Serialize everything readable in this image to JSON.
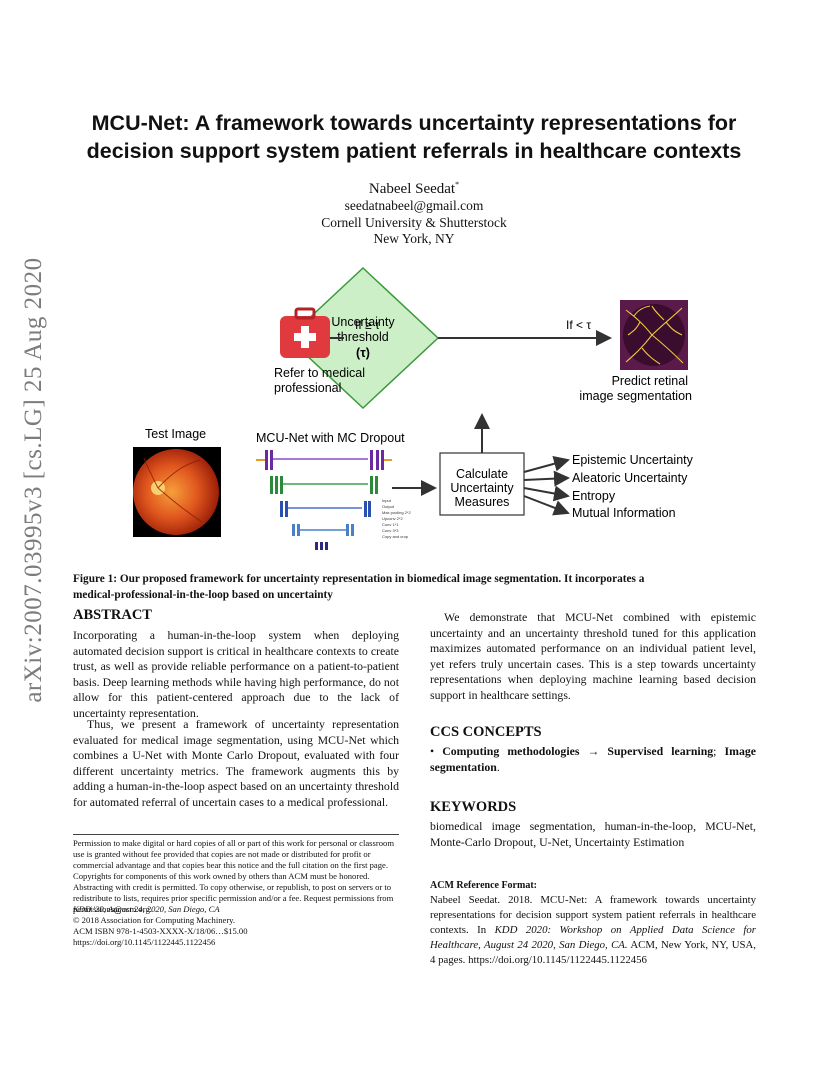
{
  "side_stamp": "arXiv:2007.03995v3  [cs.LG]  25 Aug 2020",
  "title": {
    "line1": "MCU-Net: A framework towards uncertainty representations for",
    "line2": "decision support system patient referrals in healthcare contexts"
  },
  "author": {
    "name": "Nabeel Seedat",
    "footnote_mark": "*",
    "email": "seedatnabeel@gmail.com",
    "affiliation": "Cornell University & Shutterstock",
    "location": "New York, NY"
  },
  "figure": {
    "threshold_line1": "Uncertainty",
    "threshold_line2": "threshold",
    "threshold_symbol": "(τ)",
    "if_left": "If ≥ τ",
    "if_right": "If  < τ",
    "refer_line1": "Refer to medical",
    "refer_line2": "professional",
    "predict_line1": "Predict retinal",
    "predict_line2": "image segmentation",
    "test_image": "Test Image",
    "mcunet_label": "MCU-Net with MC Dropout",
    "calc_line1": "Calculate",
    "calc_line2": "Uncertainty",
    "calc_line3": "Measures",
    "outputs": [
      "Epistemic Uncertainty",
      "Aleatoric Uncertainty",
      "Entropy",
      "Mutual Information"
    ],
    "unet_legend": [
      "Input",
      "Output",
      "Max pooling 2*2",
      "Upconv 2*2",
      "Conv 1*1",
      "Conv 3*3",
      "Copy and crop"
    ],
    "colors": {
      "diamond_fill": "#ccefc8",
      "diamond_stroke": "#3a9a3a",
      "medkit": "#e0393e",
      "segmentation_bg": "#5a1a4a",
      "segmentation_vessels": "#f0c640",
      "fundus": "#d84a1a",
      "arrow": "#333333"
    }
  },
  "figure_caption": {
    "line1": "Figure 1: Our proposed framework for uncertainty representation in biomedical image segmentation. It incorporates a",
    "line2": "medical-professional-in-the-loop based on uncertainty"
  },
  "abstract": {
    "heading": "ABSTRACT",
    "p1": "Incorporating a human-in-the-loop system when deploying automated decision support is critical in healthcare contexts to create trust, as well as provide reliable performance on a patient-to-patient basis. Deep learning methods while having high performance, do not allow for this patient-centered approach due to the lack of uncertainty representation.",
    "p2": "Thus, we present a framework of uncertainty representation evaluated for medical image segmentation, using MCU-Net which combines a U-Net with Monte Carlo Dropout, evaluated with four different uncertainty metrics. The framework augments this by adding a human-in-the-loop aspect based on an uncertainty threshold for automated referral of uncertain cases to a medical professional."
  },
  "permission": {
    "text": "Permission to make digital or hard copies of all or part of this work for personal or classroom use is granted without fee provided that copies are not made or distributed for profit or commercial advantage and that copies bear this notice and the full citation on the first page. Copyrights for components of this work owned by others than ACM must be honored. Abstracting with credit is permitted. To copy otherwise, or republish, to post on servers or to redistribute to lists, requires prior specific permission and/or a fee. Request permissions from permissions@acm.org.",
    "venue": "KDD '20, August 24, 2020, San Diego, CA",
    "copyright": "© 2018 Association for Computing Machinery.",
    "isbn": "ACM ISBN 978-1-4503-XXXX-X/18/06…$15.00",
    "doi": "https://doi.org/10.1145/1122445.1122456"
  },
  "right_column": {
    "p1": "We demonstrate that MCU-Net combined with epistemic uncertainty and an uncertainty threshold tuned for this application maximizes automated performance on an individual patient level, yet refers truly uncertain cases. This is a step towards uncertainty representations when deploying machine learning based decision support in healthcare settings."
  },
  "ccs": {
    "heading": "CCS CONCEPTS",
    "bullet": "• ",
    "term1": "Computing methodologies",
    "arrow": " → ",
    "term2": "Supervised learning",
    "sep": "; ",
    "term3": "Image segmentation",
    "end": "."
  },
  "keywords": {
    "heading": "KEYWORDS",
    "text": "biomedical image segmentation, human-in-the-loop, MCU-Net, Monte-Carlo Dropout, U-Net, Uncertainty Estimation"
  },
  "acm_reference": {
    "heading": "ACM Reference Format:",
    "text_a": "Nabeel Seedat. 2018. MCU-Net: A framework towards uncertainty representations for decision support system patient referrals in healthcare contexts. In ",
    "text_venue": "KDD 2020: Workshop on Applied Data Science for Healthcare, August 24 2020, San Diego, CA.",
    "text_b": " ACM, New York, NY, USA, 4 pages. https://doi.org/10.1145/1122445.1122456"
  }
}
